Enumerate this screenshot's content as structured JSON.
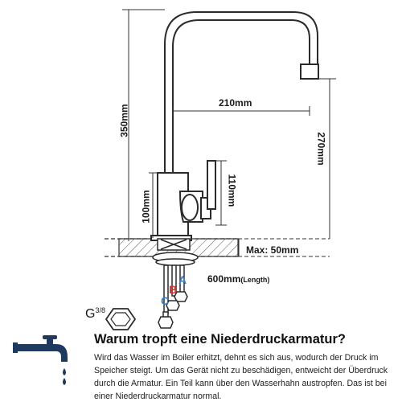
{
  "dimensions": {
    "height_total": "350mm",
    "spout_reach": "210mm",
    "spout_height": "270mm",
    "handle_height": "110mm",
    "body_height": "100mm",
    "counter_thickness": "Max: 50mm",
    "hose_length": "600mm",
    "hose_length_note": "(Length)"
  },
  "hose_labels": {
    "a": "A",
    "b": "B",
    "c": "C"
  },
  "thread_label": {
    "letter": "G",
    "fraction": "3/8"
  },
  "info": {
    "title": "Warum tropft eine Niederdruckarmatur?",
    "text": "Wird das Wasser im Boiler erhitzt, dehnt es sich aus, wodurch der Druck im Speicher steigt. Um das Gerät nicht zu beschädigen, entweicht der Überdruck durch die Armatur. Ein Teil kann über den Wasserhahn austropfen. Das ist bei einer Niederdruckarmatur normal."
  },
  "colors": {
    "line": "#2b2b2b",
    "accent_blue": "#3a7fc4",
    "accent_red": "#d23a32",
    "icon_navy": "#1e3a5f"
  },
  "icons": [
    "dripping-tap-icon",
    "hex-nut-icon"
  ]
}
